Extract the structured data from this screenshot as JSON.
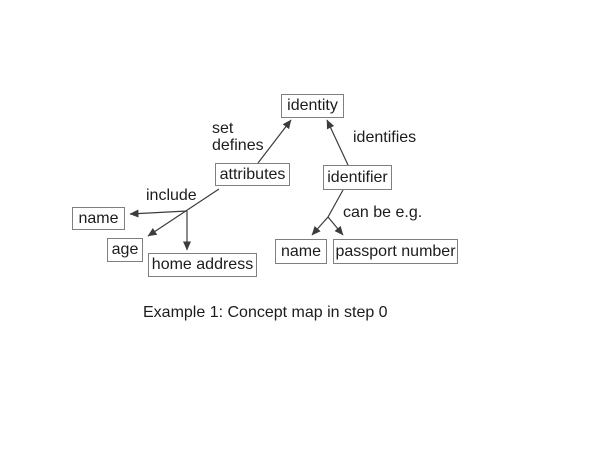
{
  "diagram": {
    "caption": "Example 1: Concept map in step 0",
    "nodes": {
      "identity": {
        "label": "identity"
      },
      "attributes": {
        "label": "attributes"
      },
      "identifier": {
        "label": "identifier"
      },
      "name_left": {
        "label": "name"
      },
      "age": {
        "label": "age"
      },
      "home_address": {
        "label": "home address"
      },
      "name_right": {
        "label": "name"
      },
      "passport_number": {
        "label": "passport number"
      }
    },
    "edge_labels": {
      "set_defines": "set\ndefines",
      "identifies": "identifies",
      "include": "include",
      "can_be": "can be e.g."
    },
    "edges": [
      {
        "from": "attributes",
        "to": "identity",
        "label": "set defines"
      },
      {
        "from": "identifier",
        "to": "identity",
        "label": "identifies"
      },
      {
        "from": "attributes",
        "to": "name_left",
        "label": "include"
      },
      {
        "from": "attributes",
        "to": "age",
        "label": "include"
      },
      {
        "from": "attributes",
        "to": "home_address",
        "label": "include"
      },
      {
        "from": "identifier",
        "to": "name_right",
        "label": "can be e.g."
      },
      {
        "from": "identifier",
        "to": "passport_number",
        "label": "can be e.g."
      }
    ],
    "colors": {
      "background": "#ffffff",
      "box_border": "#7f7f7f",
      "text": "#1c1c1c",
      "line": "#3c3c3c"
    }
  }
}
